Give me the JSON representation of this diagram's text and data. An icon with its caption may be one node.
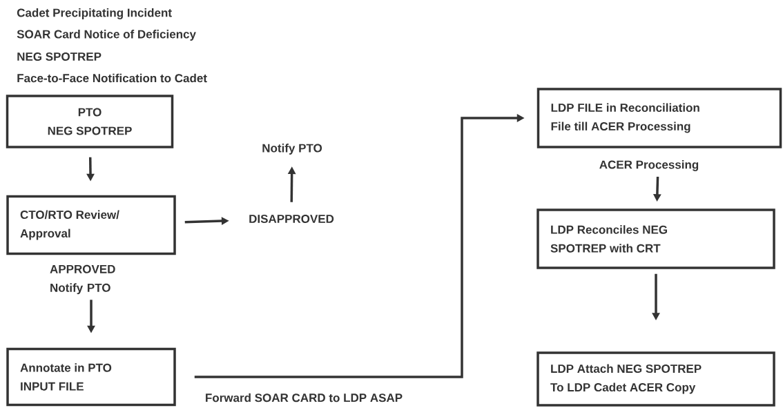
{
  "diagram": {
    "nodes": [
      {
        "text": [
          "PTO",
          "NEG SPOTREP"
        ]
      },
      {
        "text": [
          "CTO/RTO Review/ Approval"
        ]
      },
      {
        "text": [
          "DISAPPROVED"
        ]
      },
      {
        "text": [
          "Notify PTO"
        ]
      },
      {
        "text": [
          "Annotate in PTO INPUT FILE"
        ]
      },
      {
        "text": [
          "LDP FILE in Reconciliation File till ACER Processing"
        ]
      },
      {
        "text": [
          "LDP Reconciles NEG SPOTREP with CRT"
        ]
      },
      {
        "text": [
          "LDP Attach NEG SPOTREP To LDP Cadet ACER Copy"
        ]
      }
    ],
    "edges": [
      {
        "from": 0,
        "to": 1,
        "arrow": "to"
      },
      {
        "from": 1,
        "to": 2,
        "arrow": "to"
      },
      {
        "from": 2,
        "to": 3,
        "arrow": "to"
      },
      {
        "from": 1,
        "to": 4,
        "arrow": "to",
        "label": "APPROVED Notify PTO"
      },
      {
        "from": 4,
        "to": 5,
        "arrow": "to",
        "label": "Forward SOAR CARD to LDP ASAP"
      },
      {
        "from": 5,
        "to": 6,
        "arrow": "to",
        "label": "ACER Processing"
      },
      {
        "from": 6,
        "to": 7,
        "arrow": "to"
      }
    ],
    "labels": [
      "Cadet Precipitating Incident",
      "SOAR Card Notice of Deficiency",
      "NEG SPOTREP",
      "Face-to-Face Notification to Cadet"
    ]
  }
}
